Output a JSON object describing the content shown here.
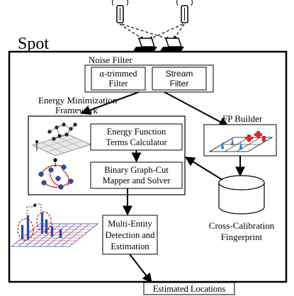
{
  "title": "Spot",
  "noise_filter": {
    "label": "Noise Filter",
    "alpha_filter": {
      "line1": "α-trimmed",
      "line2": "Filter"
    },
    "stream_filter": {
      "line1": "Stream",
      "line2": "Filter"
    }
  },
  "energy_framework": {
    "label_line1": "Energy Minimization",
    "label_line2": "Framework",
    "terms_calculator": {
      "line1": "Energy Function",
      "line2": "Terms Calculator"
    },
    "graph_cut": {
      "line1": "Binary Graph-Cut",
      "line2": "Mapper and Solver"
    }
  },
  "fp_builder": {
    "label": "FP Builder"
  },
  "fingerprint": {
    "line1": "Cross-Calibration",
    "line2": "Fingerprint"
  },
  "detection": {
    "line1": "Multi-Entity",
    "line2": "Detection and",
    "line3": "Estimation"
  },
  "output": {
    "label": "Estimated Locations"
  },
  "colors": {
    "stroke": "#000000",
    "red_marker": "#d9262b",
    "blue_marker": "#3a7fd0",
    "grid_red": "#cc2222",
    "grid_blue": "#2a4fb8"
  }
}
